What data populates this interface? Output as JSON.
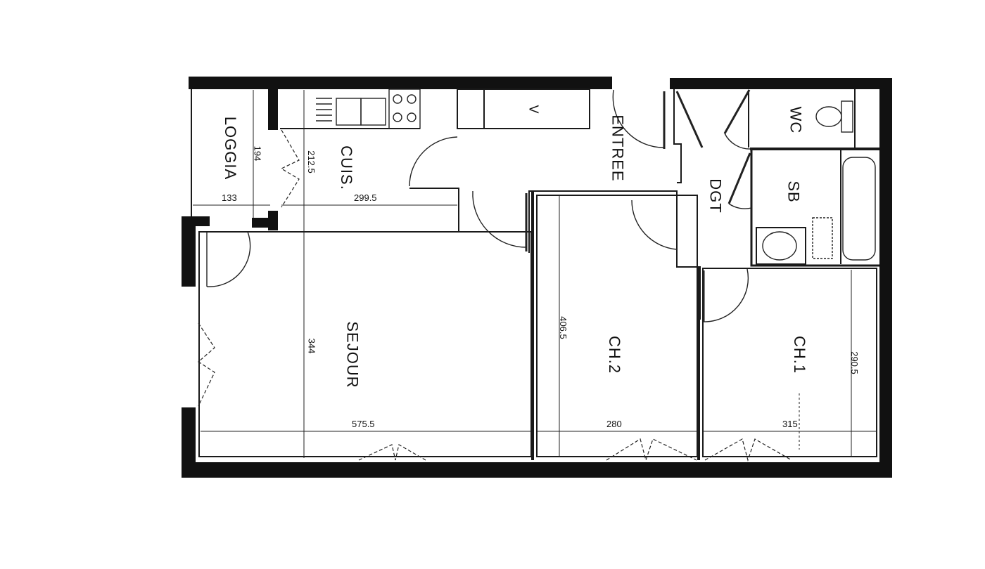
{
  "plan": {
    "rooms": [
      {
        "id": "loggia",
        "label": "LOGGIA"
      },
      {
        "id": "cuisine",
        "label": "CUIS."
      },
      {
        "id": "entree",
        "label": "ENTREE"
      },
      {
        "id": "wc",
        "label": "WC"
      },
      {
        "id": "sb",
        "label": "SB"
      },
      {
        "id": "dgt",
        "label": "DGT"
      },
      {
        "id": "sejour",
        "label": "SEJOUR"
      },
      {
        "id": "ch2",
        "label": "CH.2"
      },
      {
        "id": "ch1",
        "label": "CH.1"
      }
    ],
    "fixtures": {
      "closet_label": "V"
    },
    "dimensions": {
      "loggia_length": "194",
      "loggia_width": "133",
      "cuisine_length": "212.5",
      "cuisine_width": "299.5",
      "sejour_depth": "344",
      "sejour_width": "575.5",
      "ch2_depth": "406.5",
      "ch2_width": "280",
      "ch1_depth": "290.5",
      "ch1_width": "315"
    },
    "colors": {
      "wall": "#111111",
      "line": "#1a1a1a",
      "background": "#ffffff"
    }
  }
}
